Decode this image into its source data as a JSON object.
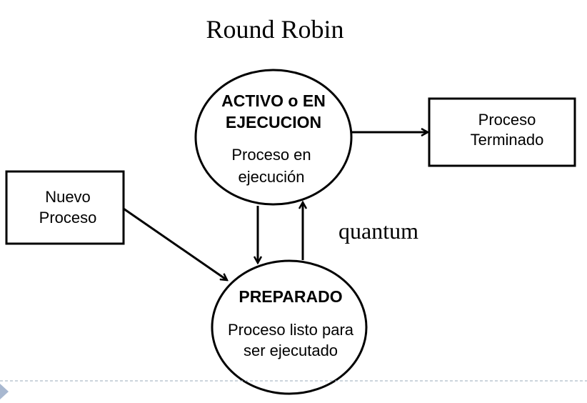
{
  "title": "Round Robin",
  "nodes": {
    "activo": {
      "heading_line1": "ACTIVO o EN",
      "heading_line2": "EJECUCION",
      "desc_line1": "Proceso en",
      "desc_line2": "ejecución"
    },
    "terminado": {
      "line1": "Proceso",
      "line2": "Terminado"
    },
    "nuevo": {
      "line1": "Nuevo",
      "line2": "Proceso"
    },
    "preparado": {
      "heading": "PREPARADO",
      "desc_line1": "Proceso listo para",
      "desc_line2": "ser ejecutado"
    }
  },
  "edge_labels": {
    "quantum": "quantum"
  },
  "colors": {
    "stroke": "#000000",
    "background": "#ffffff",
    "separator": "#9aa8b8",
    "bullet": "#a8b8d0"
  }
}
